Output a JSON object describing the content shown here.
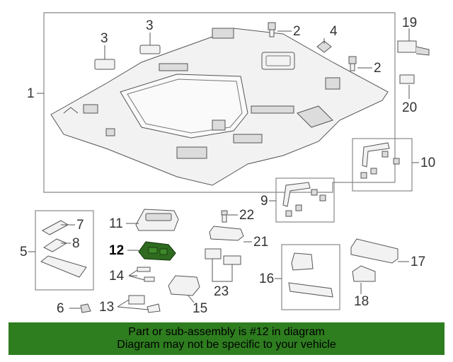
{
  "callouts": {
    "c1": "1",
    "c2a": "2",
    "c2b": "2",
    "c3a": "3",
    "c3b": "3",
    "c4": "4",
    "c5": "5",
    "c6": "6",
    "c7": "7",
    "c8": "8",
    "c9": "9",
    "c10": "10",
    "c11": "11",
    "c12": "12",
    "c13": "13",
    "c14": "14",
    "c15": "15",
    "c16": "16",
    "c17": "17",
    "c18": "18",
    "c19": "19",
    "c20": "20",
    "c21": "21",
    "c22": "22",
    "c23": "23"
  },
  "highlight": {
    "part_number": "12",
    "color": "#2e6b1f"
  },
  "banner": {
    "line1": "Part or sub-assembly is #12 in diagram",
    "line2": "Diagram may not be specific to your vehicle",
    "background_color": "#2e7d1f"
  }
}
